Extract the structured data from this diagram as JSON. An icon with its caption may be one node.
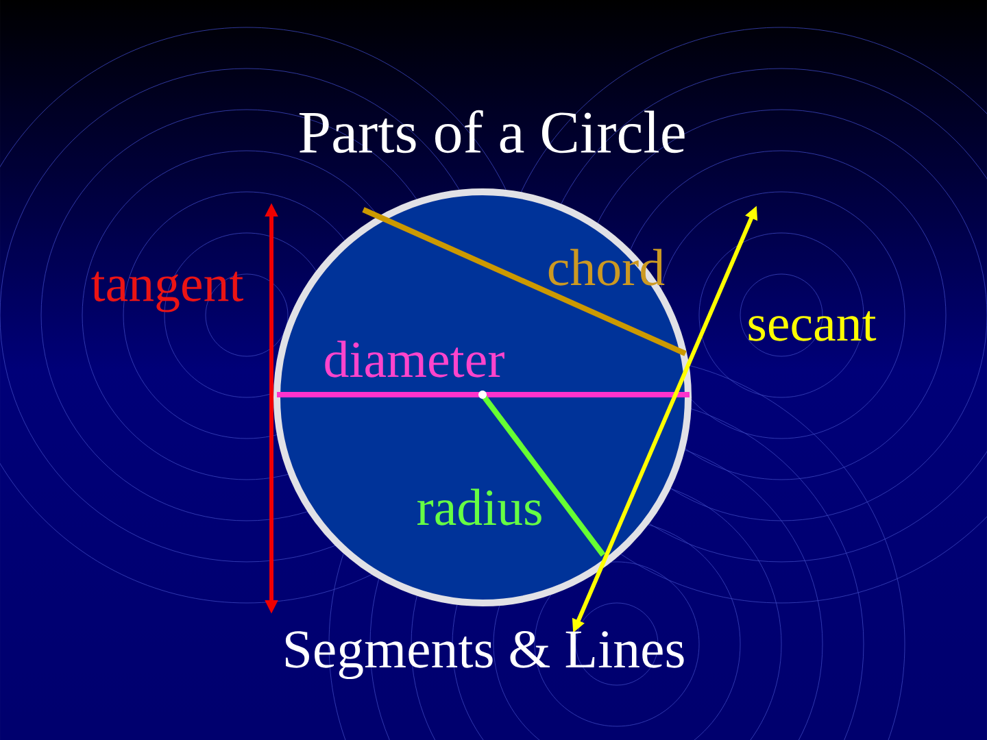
{
  "diagram": {
    "title": "Parts of a Circle",
    "caption": "Segments & Lines",
    "labels": [
      "tangent",
      "chord",
      "diameter",
      "secant",
      "radius"
    ]
  }
}
